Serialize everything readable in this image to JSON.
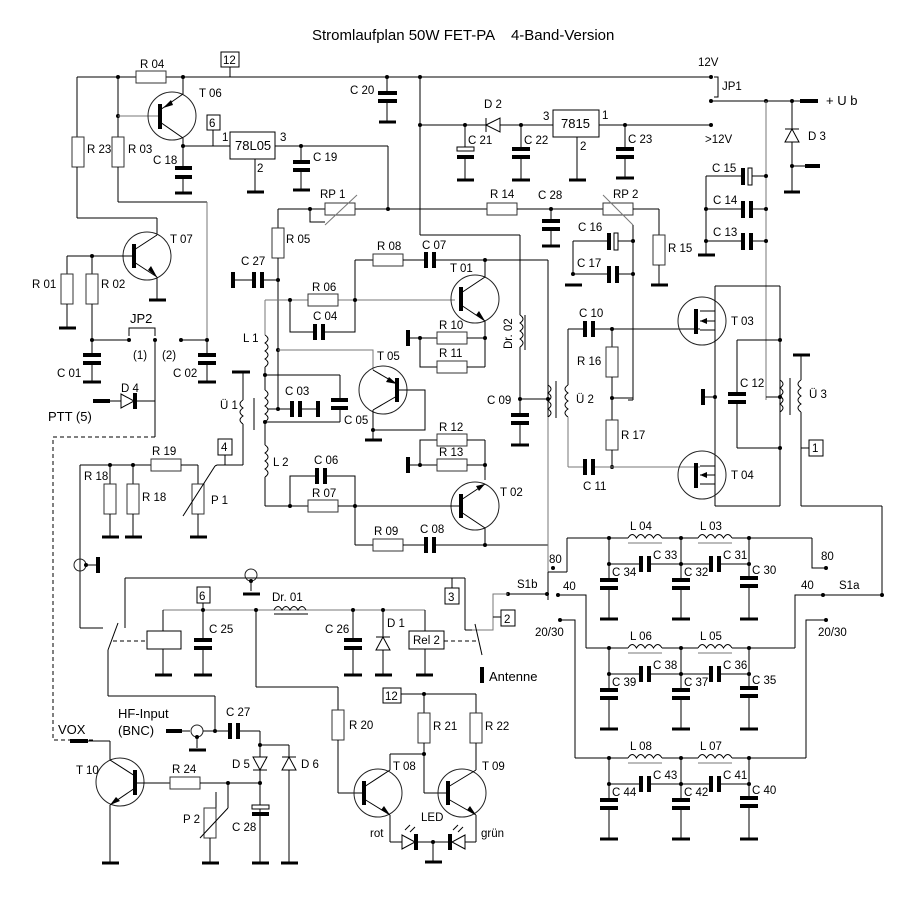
{
  "title": "Stromlaufplan 50W FET-PA    4-Band-Version",
  "supply": {
    "v12": "12V",
    "jumper": "JP1",
    "ub": "+ U b",
    "gt12": ">12V"
  },
  "terminals": {
    "t12_top": "12",
    "t6_top": "6",
    "t4": "4",
    "t1": "1",
    "t6_bottom": "6",
    "t3": "3",
    "t2": "2",
    "t12_bottom": "12"
  },
  "regulators": {
    "reg5": "78L05",
    "reg5_pin1": "1",
    "reg5_pin2": "2",
    "reg5_pin3": "3",
    "reg15": "7815",
    "reg15_pin1": "1",
    "reg15_pin2": "2",
    "reg15_pin3": "3"
  },
  "transistors": {
    "T01": "T 01",
    "T02": "T 02",
    "T03": "T 03",
    "T04": "T 04",
    "T05": "T 05",
    "T06": "T 06",
    "T07": "T 07",
    "T08": "T 08",
    "T09": "T 09",
    "T10": "T 10"
  },
  "resistors": {
    "R01": "R 01",
    "R02": "R 02",
    "R03": "R 03",
    "R04": "R 04",
    "R05": "R 05",
    "R06": "R 06",
    "R07": "R 07",
    "R08": "R 08",
    "R09": "R 09",
    "R10": "R 10",
    "R11": "R 11",
    "R12": "R 12",
    "R13": "R 13",
    "R14": "R 14",
    "R15": "R 15",
    "R16": "R 16",
    "R17": "R 17",
    "R18a": "R 18",
    "R18b": "R 18",
    "R19": "R 19",
    "R20": "R 20",
    "R21": "R 21",
    "R22": "R 22",
    "R23": "R 23",
    "R24": "R 24",
    "RP1": "RP 1",
    "RP2": "RP 2",
    "P1": "P 1",
    "P2": "P 2"
  },
  "capacitors": {
    "C01": "C 01",
    "C02": "C 02",
    "C03": "C 03",
    "C04": "C 04",
    "C05": "C 05",
    "C06": "C 06",
    "C07": "C 07",
    "C08": "C 08",
    "C09": "C 09",
    "C10": "C 10",
    "C11": "C 11",
    "C12": "C 12",
    "C13": "C 13",
    "C14": "C 14",
    "C15": "C 15",
    "C16": "C 16",
    "C17": "C 17",
    "C18": "C 18",
    "C19": "C 19",
    "C20": "C 20",
    "C21": "C 21",
    "C22": "C 22",
    "C23": "C 23",
    "C25": "C 25",
    "C26": "C 26",
    "C27a": "C 27",
    "C27b": "C 27",
    "C28a": "C 28",
    "C28b": "C 28",
    "C30": "C 30",
    "C31": "C 31",
    "C32": "C 32",
    "C33": "C 33",
    "C34": "C 34",
    "C35": "C 35",
    "C36": "C 36",
    "C37": "C 37",
    "C38": "C 38",
    "C39": "C 39",
    "C40": "C 40",
    "C41": "C 41",
    "C42": "C 42",
    "C43": "C 43",
    "C44": "C 44"
  },
  "inductors": {
    "L1": "L 1",
    "L2": "L 2",
    "L03": "L 03",
    "L04": "L 04",
    "L05": "L 05",
    "L06": "L 06",
    "L07": "L 07",
    "L08": "L 08",
    "Dr01": "Dr. 01",
    "Dr02": "Dr. 02",
    "U1": "Ü 1",
    "U2": "Ü 2",
    "U3": "Ü 3"
  },
  "diodes": {
    "D1": "D 1",
    "D2": "D 2",
    "D3": "D 3",
    "D4": "D 4",
    "D5": "D 5",
    "D6": "D 6",
    "LED": "LED"
  },
  "misc": {
    "JP2": "JP2",
    "jp2_pos1": "(1)",
    "jp2_pos2": "(2)",
    "ptt": "PTT (5)",
    "vox": "VOX",
    "hf_input_1": "HF-Input",
    "hf_input_2": "(BNC)",
    "rel2": "Rel 2",
    "antenne": "Antenne",
    "rot": "rot",
    "gruen": "grün"
  },
  "band_switch": {
    "s1a": "S1a",
    "s1b": "S1b",
    "b80_left": "80",
    "b40_left": "40",
    "b2030_left": "20/30",
    "b80_right": "80",
    "b40_right": "40",
    "b2030_right": "20/30"
  }
}
